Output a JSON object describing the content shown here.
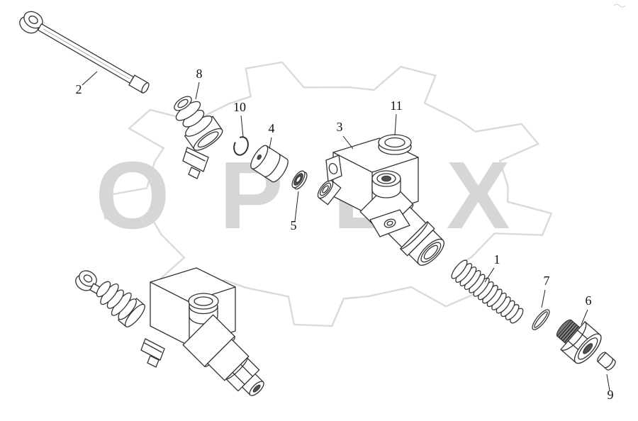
{
  "watermark": {
    "text": "OPEX",
    "color": "#d6d6d6"
  },
  "colors": {
    "background": "#ffffff",
    "line": "#333333",
    "label": "#111111"
  },
  "labels": {
    "n1": "1",
    "n2": "2",
    "n3": "3",
    "n4": "4",
    "n5": "5",
    "n6": "6",
    "n7": "7",
    "n8": "8",
    "n9": "9",
    "n10": "10",
    "n11": "11"
  }
}
